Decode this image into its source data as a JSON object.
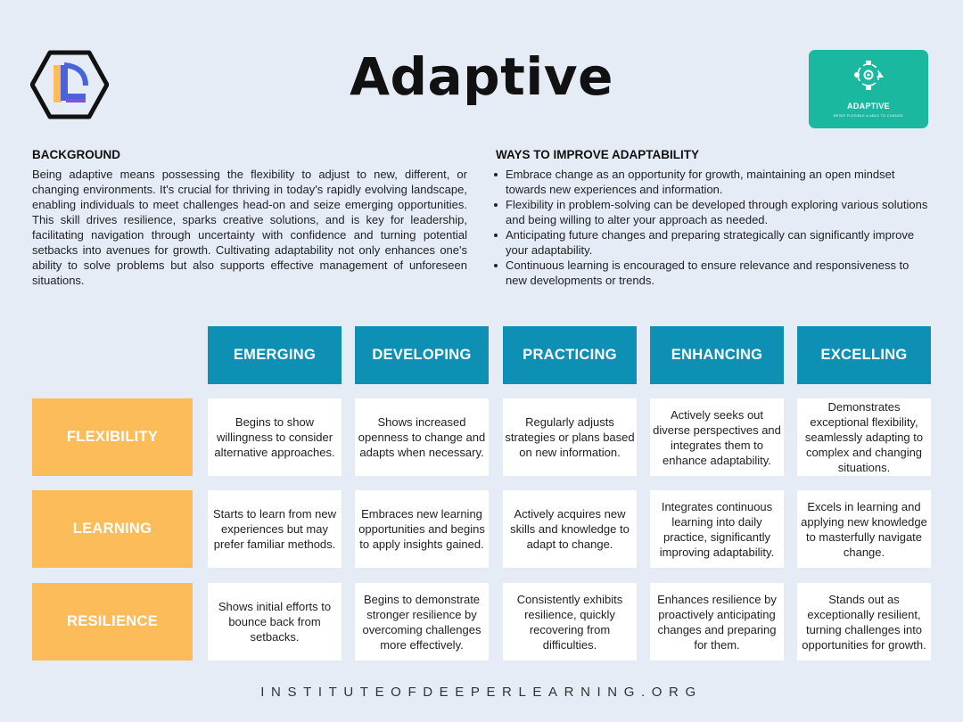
{
  "title": "Adaptive",
  "logo": {
    "icon": "idl-hexagon-logo-icon",
    "colors": {
      "outline": "#111111",
      "left": "#fdbc5a",
      "right": "#4a63d9",
      "accent": "#8a4de0"
    }
  },
  "badge": {
    "icon": "adapt-cycle-icon",
    "title": "ADAPTIVE",
    "subtitle": "BEING FLEXIBLE & ABLE TO CHANGE",
    "color": "#1ab89f"
  },
  "background": {
    "heading": "BACKGROUND",
    "text": "Being adaptive means possessing the flexibility to adjust to new, different, or changing environments. It's crucial for thriving in today's rapidly evolving landscape, enabling individuals to meet challenges head-on and seize emerging opportunities. This skill drives resilience, sparks creative solutions, and is key for leadership, facilitating navigation through uncertainty with confidence and turning potential setbacks into avenues for growth. Cultivating adaptability not only enhances one's ability to solve problems but also supports effective management of unforeseen situations."
  },
  "ways": {
    "heading": "WAYS TO IMPROVE ADAPTABILITY",
    "items": [
      "Embrace change as an opportunity for growth, maintaining an open mindset towards new experiences and information.",
      "Flexibility in problem-solving can be developed through exploring various solutions and being willing to alter your approach as needed.",
      "Anticipating future changes and preparing strategically can significantly improve your adaptability.",
      "Continuous learning is encouraged to ensure relevance and responsiveness to new developments or trends."
    ]
  },
  "rubric": {
    "colors": {
      "column_header": "#0d90b3",
      "row_header": "#fdbc5a"
    },
    "levels": [
      "EMERGING",
      "DEVELOPING",
      "PRACTICING",
      "ENHANCING",
      "EXCELLING"
    ],
    "rows": [
      {
        "name": "FLEXIBILITY",
        "cells": [
          "Begins to show willingness to consider alternative approaches.",
          "Shows increased openness to change and adapts when necessary.",
          "Regularly adjusts strategies or plans based on new information.",
          "Actively seeks out diverse perspectives and integrates them to enhance adaptability.",
          "Demonstrates exceptional flexibility, seamlessly adapting to complex and changing situations."
        ]
      },
      {
        "name": "LEARNING",
        "cells": [
          "Starts to learn from new experiences but may prefer familiar methods.",
          "Embraces new learning opportunities and begins to apply insights gained.",
          "Actively acquires new skills and knowledge to adapt to change.",
          "Integrates continuous learning into daily practice, significantly improving adaptability.",
          "Excels in learning and applying new knowledge to masterfully navigate change."
        ]
      },
      {
        "name": "RESILIENCE",
        "cells": [
          "Shows initial efforts to bounce back from setbacks.",
          "Begins to demonstrate stronger resilience by overcoming challenges more effectively.",
          "Consistently exhibits resilience, quickly recovering from difficulties.",
          "Enhances resilience by proactively anticipating changes and preparing for them.",
          "Stands out as exceptionally resilient, turning challenges into opportunities for growth."
        ]
      }
    ]
  },
  "footer": "INSTITUTEOFDEEPERLEARNING.ORG"
}
